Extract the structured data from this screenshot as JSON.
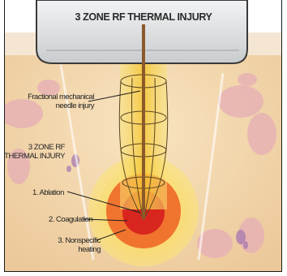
{
  "diagram": {
    "title": "3 ZONE RF THERMAL INJURY",
    "labels": {
      "needle_line1": "Fractional mechanical",
      "needle_line2": "needle injury",
      "zone_line1": "3 ZONE RF",
      "zone_line2": "THERMAL INJURY",
      "zone1": "1. Ablation",
      "zone2": "2. Coagulation",
      "zone3_line1": "3. Nonspecific",
      "zone3_line2": "heating"
    },
    "colors": {
      "ablation": "#d8261e",
      "coagulation": "#f0742e",
      "nonspecific": "#fbd12a",
      "beam": "#f6d24a",
      "tissue": "#f3d9ad",
      "device": "#dfe2e4",
      "needle": "#8b5a2b"
    }
  }
}
